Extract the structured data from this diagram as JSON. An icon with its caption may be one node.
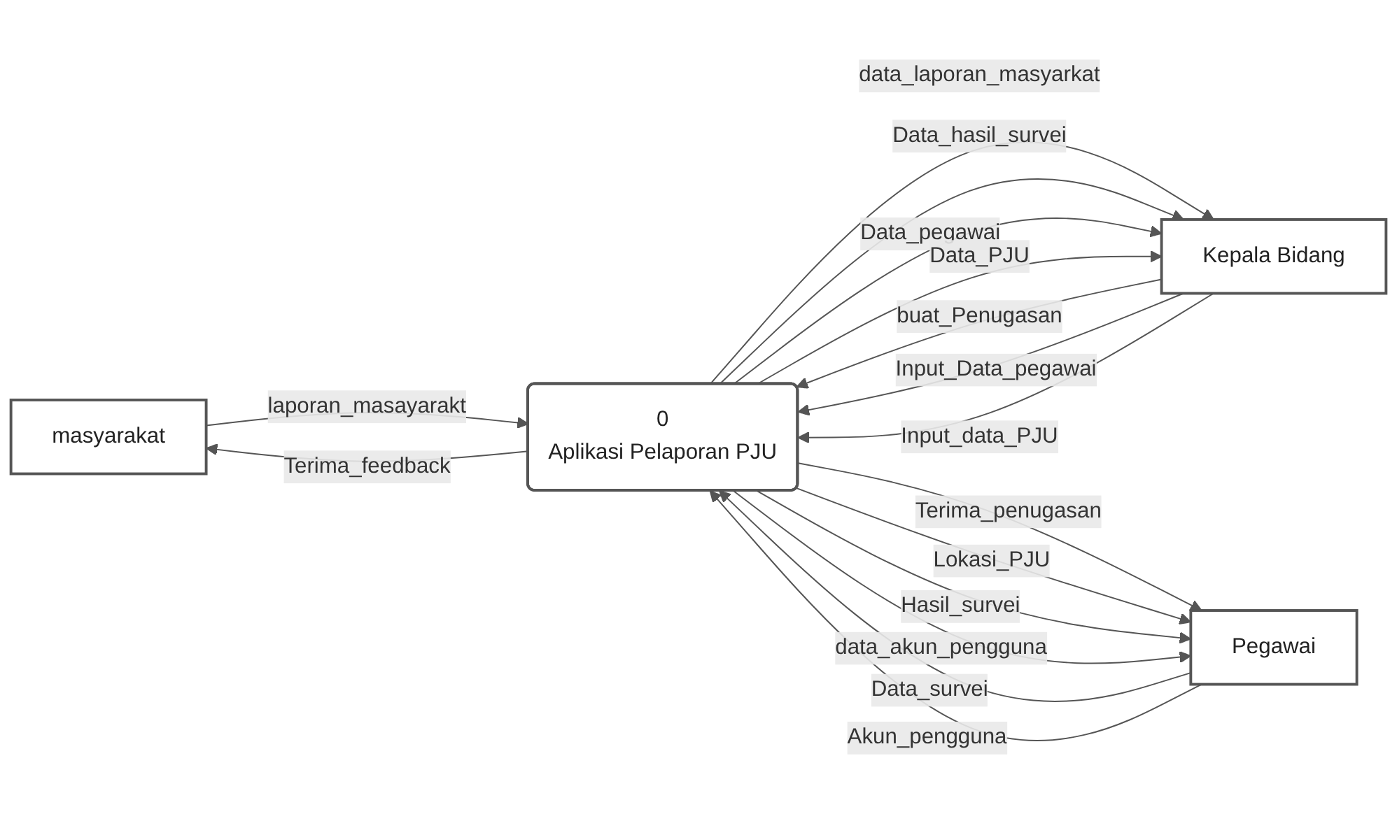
{
  "diagram": {
    "nodes": [
      {
        "text": [
          "masyarakat"
        ]
      },
      {
        "text": [
          "0",
          "Aplikasi Pelaporan PJU"
        ]
      },
      {
        "text": [
          "Kepala Bidang"
        ]
      },
      {
        "text": [
          "Pegawai"
        ]
      }
    ],
    "edges": [
      {
        "from": 0,
        "to": 1,
        "arrow": "to",
        "label": "laporan_masayarakt"
      },
      {
        "from": 1,
        "to": 0,
        "arrow": "to",
        "label": "Terima_feedback"
      },
      {
        "from": 1,
        "to": 2,
        "arrow": "to",
        "label": "data_laporan_masyarkat"
      },
      {
        "from": 2,
        "to": 1,
        "arrow": "to",
        "label": "buat_Penugasan"
      },
      {
        "from": 2,
        "to": 1,
        "arrow": "to",
        "label": "Input_Data_pegawai"
      },
      {
        "from": 2,
        "to": 1,
        "arrow": "to",
        "label": "Input_data_PJU"
      },
      {
        "from": 1,
        "to": 3,
        "arrow": "to",
        "label": "Terima_penugasan"
      },
      {
        "from": 1,
        "to": 3,
        "arrow": "to",
        "label": "Lokasi_PJU"
      },
      {
        "from": 3,
        "to": 1,
        "arrow": "to",
        "label": "Data_survei"
      },
      {
        "from": 1,
        "to": 2,
        "arrow": "to",
        "label": "Data_hasil_survei"
      },
      {
        "from": 1,
        "to": 2,
        "arrow": "to",
        "label": "Data_pegawai"
      },
      {
        "from": 1,
        "to": 2,
        "arrow": "to",
        "label": "Data_PJU"
      },
      {
        "from": 1,
        "to": 3,
        "arrow": "to",
        "label": "Hasil_survei"
      },
      {
        "from": 1,
        "to": 3,
        "arrow": "to",
        "label": "data_akun_pengguna"
      },
      {
        "from": 3,
        "to": 1,
        "arrow": "to",
        "label": "Akun_pengguna"
      }
    ]
  }
}
